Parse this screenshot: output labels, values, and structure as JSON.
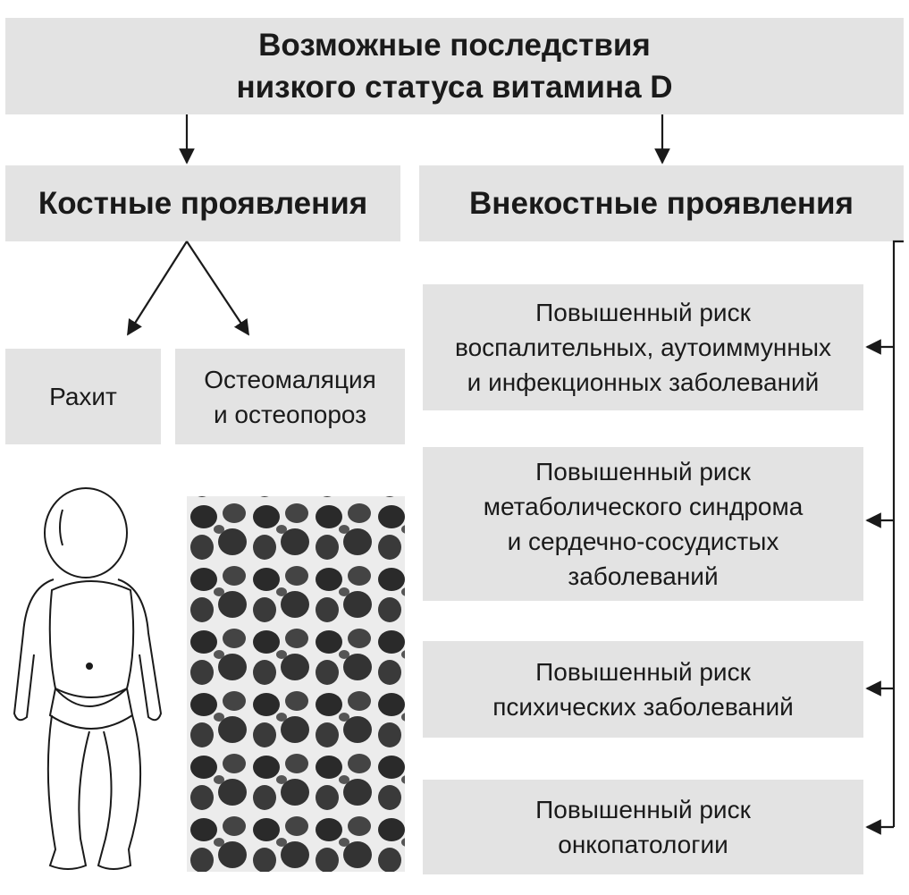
{
  "title": {
    "text": "Возможные последствия\nнизкого статуса витамина D"
  },
  "headers": {
    "bone": "Костные проявления",
    "extra_bone": "Внекостные проявления"
  },
  "bone_items": [
    {
      "label": "Рахит"
    },
    {
      "label": "Остеомаляция\nи остеопороз"
    }
  ],
  "extra_bone_items": [
    {
      "label": "Повышенный риск\nвоспалительных, аутоиммунных\nи инфекционных заболеваний"
    },
    {
      "label": "Повышенный риск\nметаболического синдрома\nи сердечно-сосудистых\nзаболеваний"
    },
    {
      "label": "Повышенный риск\nпсихических заболеваний"
    },
    {
      "label": "Повышенный риск\nонкопатологии"
    }
  ],
  "colors": {
    "box_fill": "#e3e3e3",
    "text": "#1a1a1a",
    "arrow": "#1a1a1a"
  }
}
